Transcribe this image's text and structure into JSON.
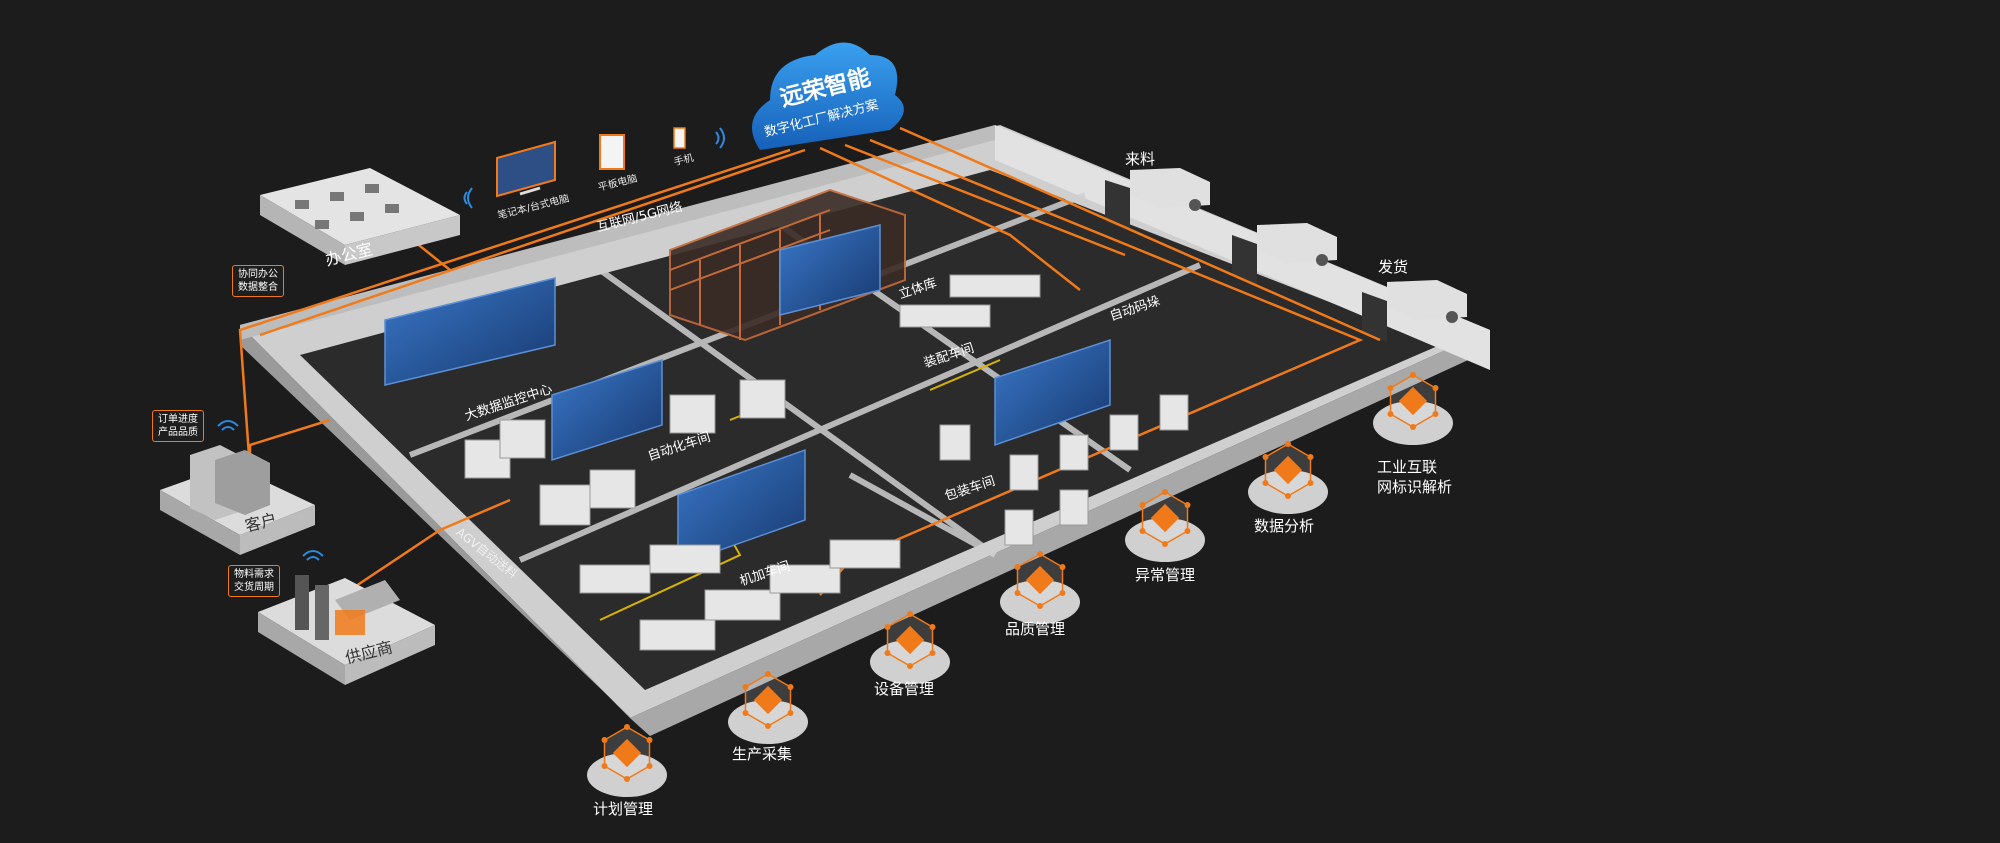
{
  "cloud": {
    "title": "远荣智能",
    "subtitle": "数字化工厂解决方案",
    "color": "#1f7fd6"
  },
  "devices": {
    "pc": "笔记本/台式电脑",
    "tablet": "平板电脑",
    "phone": "手机",
    "network": "互联网/5G网络"
  },
  "areas": {
    "office": "办公室",
    "customer": "客户",
    "supplier": "供应商",
    "incoming": "来料",
    "shipping": "发货"
  },
  "tags": {
    "office": [
      "协同办公",
      "数据整合"
    ],
    "customer": [
      "订单进度",
      "产品品质"
    ],
    "supplier": [
      "物料需求",
      "交货周期"
    ]
  },
  "zones": {
    "warehouse": "立体库",
    "palletizing": "自动码垛",
    "assembly": "装配车间",
    "monitoring": "大数据监控中心",
    "automation": "自动化车间",
    "packaging": "包装车间",
    "machining": "机加车间",
    "agv": "AGV自动送料"
  },
  "modules": [
    {
      "icon": "planning-icon",
      "label": "计划管理"
    },
    {
      "icon": "production-collection-icon",
      "label": "生产采集"
    },
    {
      "icon": "equipment-icon",
      "label": "设备管理"
    },
    {
      "icon": "quality-icon",
      "label": "品质管理"
    },
    {
      "icon": "exception-icon",
      "label": "异常管理"
    },
    {
      "icon": "data-analysis-icon",
      "label": "数据分析"
    },
    {
      "icon": "identifier-resolution-icon",
      "label": "工业互联\n网标识解析"
    }
  ],
  "colors": {
    "accent": "#f07a1a",
    "background": "#1c1c1c",
    "floor": "#2b2b2b",
    "wall": "#d9d9d9",
    "screen": "#2a5ca8"
  }
}
